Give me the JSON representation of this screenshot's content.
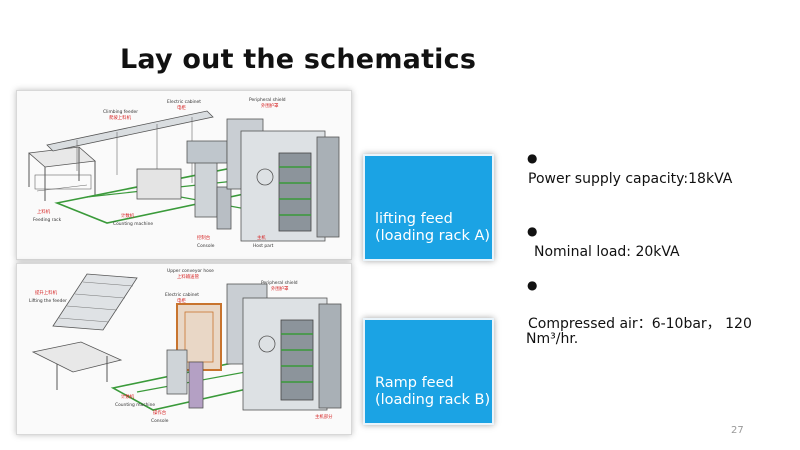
{
  "slide": {
    "title": "Lay out the schematics",
    "page_number": "27"
  },
  "diagram_a": {
    "labels": {
      "electric_cabinet": "Electric cabinet",
      "electric_cabinet_cn": "电柜",
      "peripheral_shield": "Peripheral shield",
      "peripheral_shield_cn": "外围护罩",
      "climbing_feeder": "Climbing feeder",
      "climbing_feeder_cn": "爬坡上料机",
      "feeding_rack_cn": "上料机",
      "feeding_rack": "Feeding rack",
      "counting_machine_cn": "计数机",
      "counting_machine": "Counting machine",
      "console_cn": "控制台",
      "console": "Console",
      "host_part_cn": "主机",
      "host_part": "Host part"
    }
  },
  "diagram_b": {
    "labels": {
      "upper_conveyor_hose": "Upper conveyor hose",
      "upper_conveyor_hose_cn": "上料输送管",
      "peripheral_shield": "Peripheral shield",
      "peripheral_shield_cn": "外围护罩",
      "lifting_feeder_cn": "提升上料机",
      "lifting_feeder": "Lifting the feeder",
      "electric_cabinet": "Electric cabinet",
      "electric_cabinet_cn": "电柜",
      "counting_machine_cn": "计数机",
      "counting_machine": "Counting machine",
      "console_cn": "操作台",
      "console": "Console",
      "host_part_cn": "主机部分"
    }
  },
  "boxes": {
    "a_line1": "lifting feed",
    "a_line2": "(loading rack A)",
    "b_line1": "Ramp feed",
    "b_line2": "(loading rack B)"
  },
  "specs": {
    "bullet": "●",
    "power": "Power supply capacity:18kVA",
    "load": "Nominal load: 20kVA",
    "air_line1": "Compressed air：6-10bar，  120",
    "air_line2": "Nm³/hr."
  },
  "colors": {
    "box_blue": "#1ba3e4",
    "frame_green": "#3a9a3a",
    "cabinet_orange": "#c8742e",
    "machine_gray": "#9aa3ab"
  }
}
